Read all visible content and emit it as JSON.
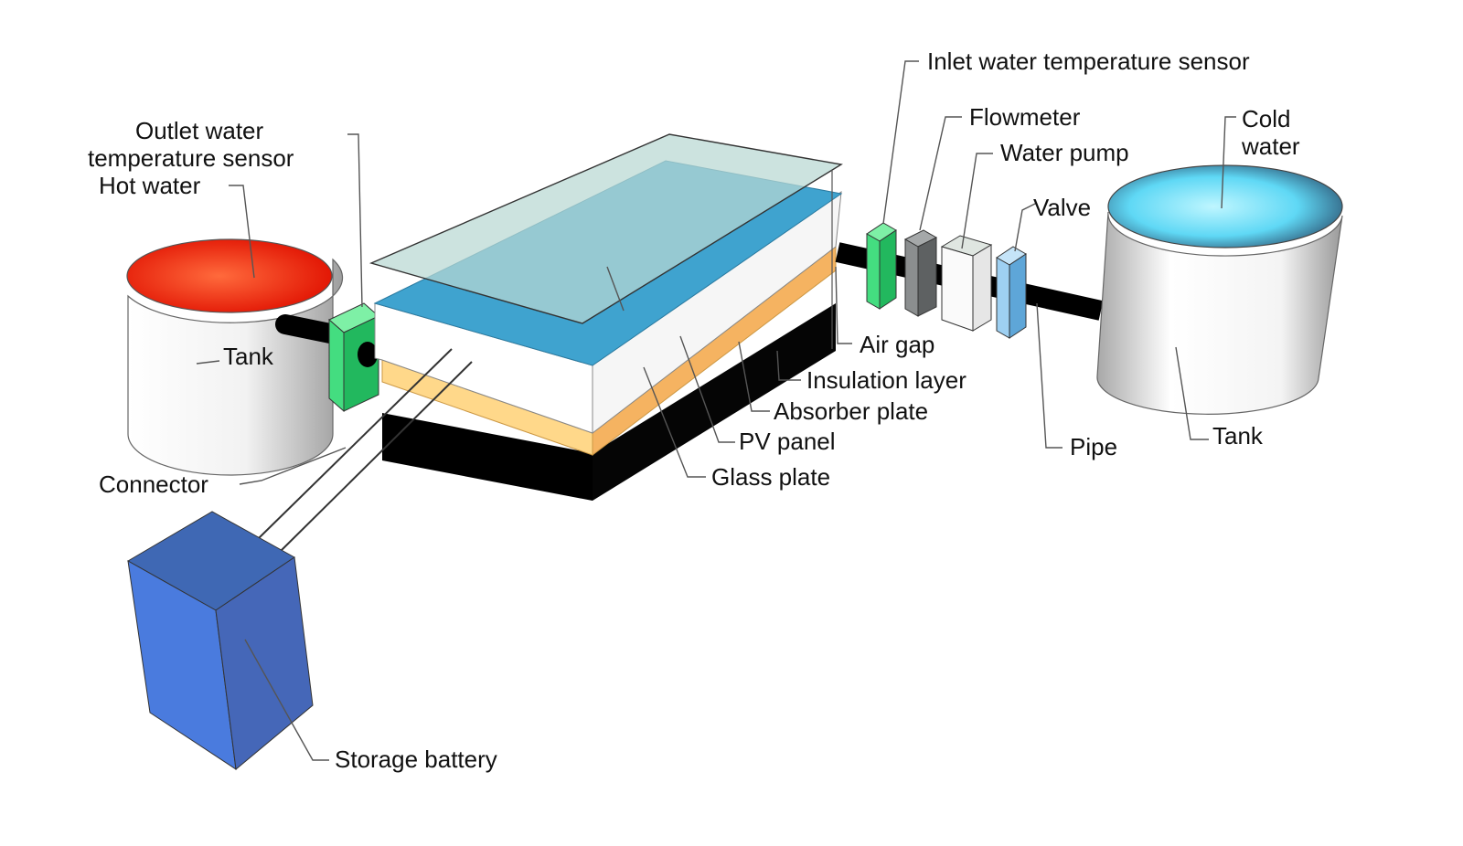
{
  "labels": {
    "inlet_sensor": "Inlet water temperature sensor",
    "flowmeter": "Flowmeter",
    "water_pump": "Water pump",
    "cold_water_line1": "Cold",
    "cold_water_line2": "water",
    "valve": "Valve",
    "outlet_sensor_line1": "Outlet water",
    "outlet_sensor_line2": "temperature sensor",
    "hot_water": "Hot water",
    "tank_left": "Tank",
    "tank_right": "Tank",
    "air_gap": "Air gap",
    "insulation_layer": "Insulation layer",
    "absorber_plate": "Absorber plate",
    "pv_panel": "PV panel",
    "glass_plate": "Glass plate",
    "pipe": "Pipe",
    "connector": "Connector",
    "storage_battery": "Storage battery"
  },
  "colors": {
    "hot_water": "#ff2200",
    "cold_water": "#5fd8f5",
    "sensor": "#33dd77",
    "flowmeter": "#7c7f80",
    "pump": "#f4f4f4",
    "valve": "#8ec8ee",
    "pv_panel": "#3fa3cf",
    "absorber": "#f7c27a",
    "insulation": "#000000",
    "glass": "#a6cfc8",
    "battery": "#4673c4",
    "pipe": "#000000"
  }
}
